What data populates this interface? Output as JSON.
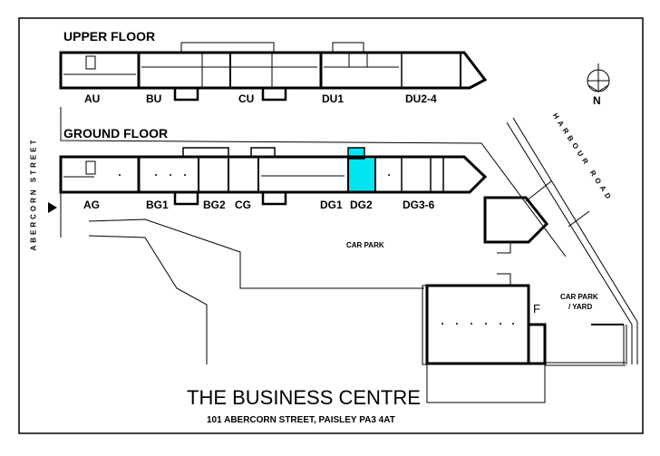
{
  "headings": {
    "upper_floor": "UPPER FLOOR",
    "ground_floor": "GROUND FLOOR"
  },
  "upper_units": [
    "AU",
    "BU",
    "CU",
    "DU1",
    "DU2-4"
  ],
  "ground_units": [
    "AG",
    "BG1",
    "BG2",
    "CG",
    "DG1",
    "DG2",
    "DG3-6"
  ],
  "highlighted_unit": "DG2",
  "highlight_color": "#00e5f0",
  "streets": {
    "left": "ABERCORN STREET",
    "right": "HARBOUR ROAD"
  },
  "areas": {
    "car_park": "CAR PARK",
    "car_park_yard_1": "CAR PARK",
    "car_park_yard_2": "/ YARD",
    "building_f": "F"
  },
  "compass": {
    "north": "N"
  },
  "title": "THE BUSINESS CENTRE",
  "address": "101 ABERCORN STREET, PAISLEY PA3 4AT"
}
